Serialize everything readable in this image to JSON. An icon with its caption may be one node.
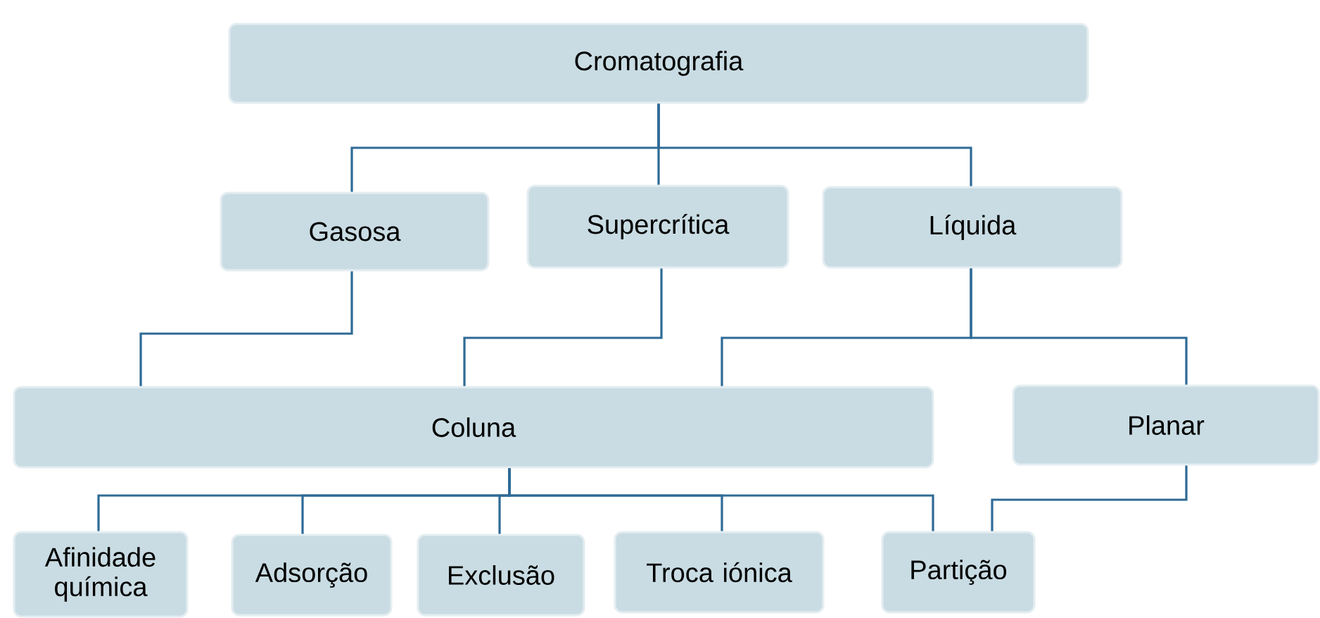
{
  "diagram": {
    "nodes": [
      {
        "text": [
          "Cromatografia"
        ]
      },
      {
        "text": [
          "Gasosa"
        ]
      },
      {
        "text": [
          "Supercrítica"
        ]
      },
      {
        "text": [
          "Líquida"
        ]
      },
      {
        "text": [
          "Coluna"
        ]
      },
      {
        "text": [
          "Planar"
        ]
      },
      {
        "text": [
          "Afinidade química"
        ]
      },
      {
        "text": [
          "Adsorção"
        ]
      },
      {
        "text": [
          "Exclusão"
        ]
      },
      {
        "text": [
          "Troca iónica"
        ]
      },
      {
        "text": [
          "Partição"
        ]
      }
    ],
    "edges": [
      {
        "from": 0,
        "to": 1,
        "arrow": "none"
      },
      {
        "from": 0,
        "to": 2,
        "arrow": "none"
      },
      {
        "from": 0,
        "to": 3,
        "arrow": "none"
      },
      {
        "from": 1,
        "to": 4,
        "arrow": "none"
      },
      {
        "from": 2,
        "to": 4,
        "arrow": "none"
      },
      {
        "from": 3,
        "to": 4,
        "arrow": "none"
      },
      {
        "from": 3,
        "to": 5,
        "arrow": "none"
      },
      {
        "from": 4,
        "to": 6,
        "arrow": "none"
      },
      {
        "from": 4,
        "to": 7,
        "arrow": "none"
      },
      {
        "from": 4,
        "to": 8,
        "arrow": "none"
      },
      {
        "from": 4,
        "to": 9,
        "arrow": "none"
      },
      {
        "from": 4,
        "to": 10,
        "arrow": "none"
      },
      {
        "from": 5,
        "to": 10,
        "arrow": "none"
      }
    ]
  }
}
